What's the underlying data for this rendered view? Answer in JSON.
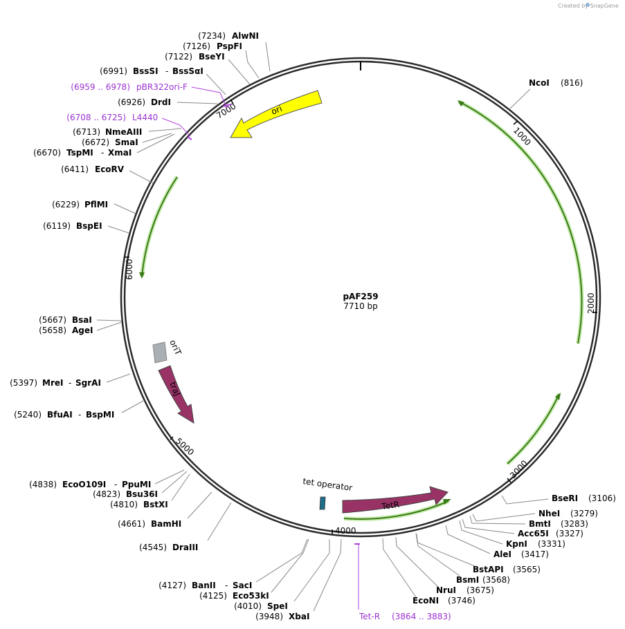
{
  "watermark": "Created by SnapGene",
  "plasmid": {
    "name": "pAF259",
    "size_label": "7710 bp",
    "total_bp": 7710
  },
  "ticks": [
    {
      "bp": 1000,
      "label": "1000"
    },
    {
      "bp": 2000,
      "label": "2000"
    },
    {
      "bp": 3000,
      "label": "3000"
    },
    {
      "bp": 4000,
      "label": "4000"
    },
    {
      "bp": 5000,
      "label": "5000"
    },
    {
      "bp": 6000,
      "label": "6000"
    },
    {
      "bp": 7000,
      "label": "7000"
    }
  ],
  "features": [
    {
      "label": "ori",
      "color": "#ffff00"
    },
    {
      "label": "oriT",
      "color": "#a9afb3"
    },
    {
      "label": "traJ",
      "color": "#993366"
    },
    {
      "label": "TetR",
      "color": "#993366"
    },
    {
      "label": "tet operator",
      "color": "#1f6f8b"
    },
    {
      "label": "",
      "color": "#5ba829"
    }
  ],
  "sites": [
    {
      "pos": "(7234)",
      "name": "AlwNI"
    },
    {
      "pos": "(7126)",
      "name": "PspFI"
    },
    {
      "pos": "(7122)",
      "name": "BseYI"
    },
    {
      "pos": "(6991)",
      "name": "BssSI",
      "name2": "BssSαI"
    },
    {
      "pos": "(6926)",
      "name": "DrdI"
    },
    {
      "pos": "(6713)",
      "name": "NmeAIII"
    },
    {
      "pos": "(6672)",
      "name": "SmaI"
    },
    {
      "pos": "(6670)",
      "name": "TspMI",
      "name2": "XmaI"
    },
    {
      "pos": "(6411)",
      "name": "EcoRV"
    },
    {
      "pos": "(6229)",
      "name": "PflMI"
    },
    {
      "pos": "(6119)",
      "name": "BspEI"
    },
    {
      "pos": "(5667)",
      "name": "BsaI"
    },
    {
      "pos": "(5658)",
      "name": "AgeI"
    },
    {
      "pos": "(5397)",
      "name": "MreI",
      "name2": "SgrAI"
    },
    {
      "pos": "(5240)",
      "name": "BfuAI",
      "name2": "BspMI"
    },
    {
      "pos": "(4838)",
      "name": "EcoO109I",
      "name2": "PpuMI"
    },
    {
      "pos": "(4823)",
      "name": "Bsu36I"
    },
    {
      "pos": "(4810)",
      "name": "BstXI"
    },
    {
      "pos": "(4661)",
      "name": "BamHI"
    },
    {
      "pos": "(4545)",
      "name": "DraIII"
    },
    {
      "pos": "(4127)",
      "name": "BanII",
      "name2": "SacI"
    },
    {
      "pos": "(4125)",
      "name": "Eco53kI"
    },
    {
      "pos": "(4010)",
      "name": "SpeI"
    },
    {
      "pos": "(3948)",
      "name": "XbaI"
    },
    {
      "pos": "(816)",
      "name": "NcoI"
    },
    {
      "pos": "(3106)",
      "name": "BseRI"
    },
    {
      "pos": "(3279)",
      "name": "NheI"
    },
    {
      "pos": "(3283)",
      "name": "BmtI"
    },
    {
      "pos": "(3327)",
      "name": "Acc65I"
    },
    {
      "pos": "(3331)",
      "name": "KpnI"
    },
    {
      "pos": "(3417)",
      "name": "AleI"
    },
    {
      "pos": "(3565)",
      "name": "BstAPI"
    },
    {
      "pos": "(3568)",
      "name": "BsmI"
    },
    {
      "pos": "(3675)",
      "name": "NruI"
    },
    {
      "pos": "(3746)",
      "name": "EcoNI"
    }
  ],
  "primers": [
    {
      "range": "(6959 .. 6978)",
      "name": "pBR322ori-F"
    },
    {
      "range": "(6708 .. 6725)",
      "name": "L4440"
    },
    {
      "range": "(3864 .. 3883)",
      "name": "Tet-R"
    }
  ]
}
